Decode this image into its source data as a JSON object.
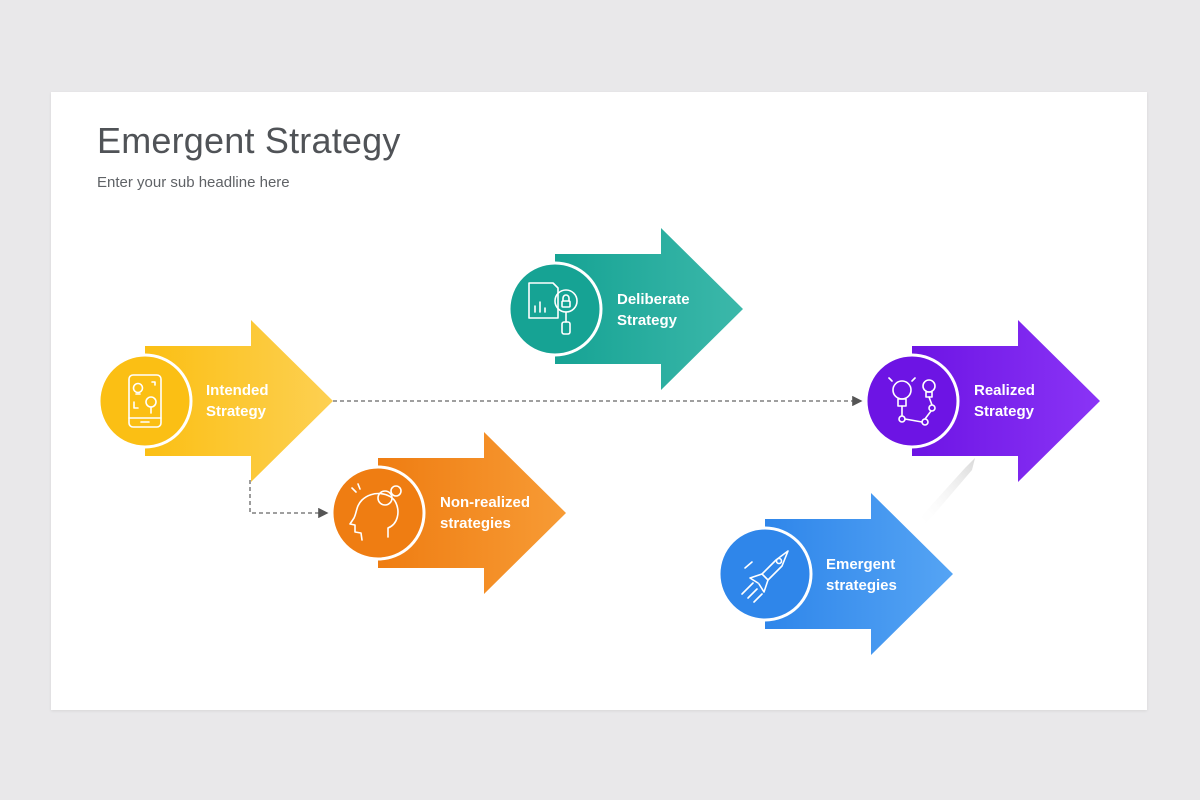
{
  "slide": {
    "title": "Emergent Strategy",
    "subtitle": "Enter your sub headline here"
  },
  "arrows": {
    "intended": {
      "line1": "Intended",
      "line2": "Strategy",
      "color": "#fcc21b",
      "icon": "lightbulb-tree-phone-icon"
    },
    "deliberate": {
      "line1": "Deliberate",
      "line2": "Strategy",
      "color": "#1ea89a",
      "icon": "document-magnifier-lock-icon"
    },
    "non_realized": {
      "line1": "Non-realized",
      "line2": "strategies",
      "color": "#f48a1f",
      "icon": "head-gears-icon"
    },
    "realized": {
      "line1": "Realized",
      "line2": "Strategy",
      "color": "#7a1ff0",
      "icon": "lightbulbs-network-icon"
    },
    "emergent": {
      "line1": "Emergent",
      "line2": "strategies",
      "color": "#3a90ef",
      "icon": "rocket-launch-icon"
    }
  }
}
